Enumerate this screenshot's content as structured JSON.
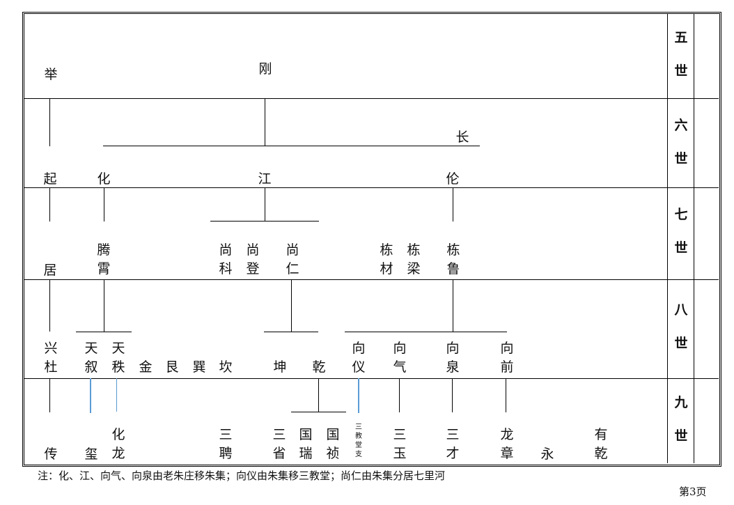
{
  "generations": [
    "五世",
    "六世",
    "七世",
    "八世",
    "九世"
  ],
  "gen5": [
    "举",
    "刚"
  ],
  "gen6": [
    "长",
    "起",
    "化",
    "江",
    "伦"
  ],
  "gen7": [
    "居",
    "腾霄",
    "尚科",
    "尚登",
    "尚仁",
    "栋材",
    "栋梁",
    "栋鲁"
  ],
  "gen8": [
    "兴杜",
    "天叙",
    "天秩",
    "金",
    "艮",
    "巽",
    "坎",
    "坤",
    "乾",
    "向仪",
    "向气",
    "向泉",
    "向前"
  ],
  "gen9": [
    "传",
    "玺",
    "化龙",
    "三聘",
    "三省",
    "国瑞",
    "国祯",
    "三教堂支",
    "三玉",
    "三才",
    "龙章",
    "永",
    "有乾"
  ],
  "note": "注：化、江、向气、向泉由老朱庄移朱集；向仪由朱集移三教堂；尚仁由朱集分居七里河",
  "page_label": "第3页",
  "colors": {
    "line": "#000000",
    "highlight_line": "#5b9bd5"
  }
}
